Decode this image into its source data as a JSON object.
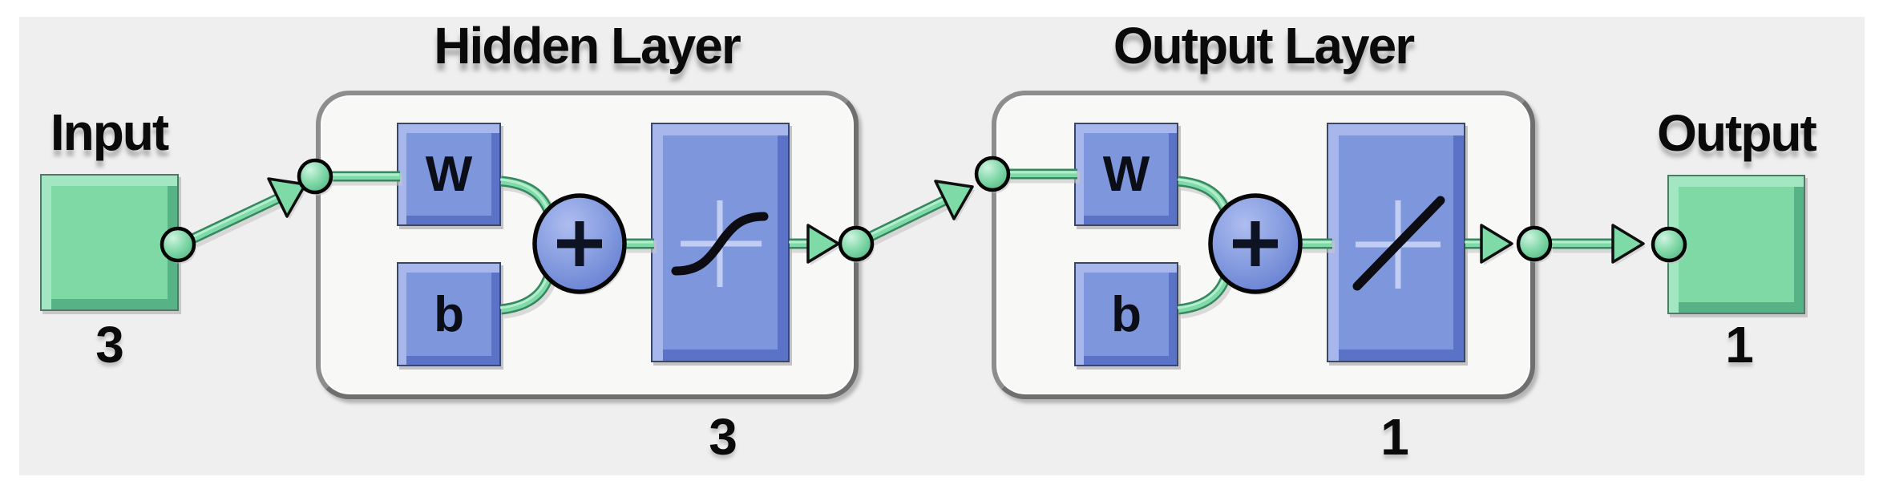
{
  "diagram": {
    "input": {
      "label": "Input",
      "dimension": "3"
    },
    "layers": [
      {
        "title": "Hidden Layer",
        "weight_label": "W",
        "bias_label": "b",
        "neuron_count": "3",
        "transfer_icon": "tansig-sigmoid-icon",
        "sum_icon": "sum-junction-icon"
      },
      {
        "title": "Output Layer",
        "weight_label": "W",
        "bias_label": "b",
        "neuron_count": "1",
        "transfer_icon": "purelin-linear-icon",
        "sum_icon": "sum-junction-icon"
      }
    ],
    "output": {
      "label": "Output",
      "dimension": "1"
    }
  },
  "colors": {
    "page_background": "#ffffff",
    "panel_background": "#efefef",
    "green_fill": "#7ed9a5",
    "green_light": "#a3e6c2",
    "green_dark": "#57b386",
    "blue_fill": "#7e96dc",
    "blue_light": "#a7b7ec",
    "blue_dark": "#5a73c6",
    "box_border": "#8d8d8d",
    "box_fill": "#f8f8f7",
    "connector_core": "#7edba8",
    "connector_edge": "#37875f",
    "text": "#0a0a0a"
  }
}
